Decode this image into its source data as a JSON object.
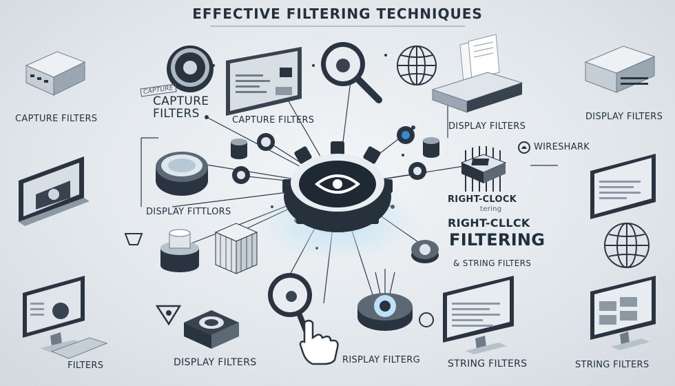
{
  "title": "EFFECTIVE FILTERING TECHNIQUES",
  "labels": {
    "capture_filters_left": "CAPTURE FILTERS",
    "capture_filters_stacked": "CAPTURE\nFILTERS",
    "capture_stamp": "CAPTURE",
    "capture_filters_center": "CAPTURE FILTERS",
    "display_filters_center": "DISPLAY FILTERS",
    "display_filters_right": "DISPLAY FILTERS",
    "wireshark": "WIRESHARK",
    "display_fittlors": "DISPLAY FITTLORS",
    "right_clock": "RIGHT-CLOCK",
    "tering": "tering",
    "right_cllck": "RIGHT-CLLCK",
    "filtering": "FILTERING",
    "string_filters_amp": "& STRING FILTERS",
    "filters_bottom_left": "FILTERS",
    "display_filters_bottom": "DISPLAY FILTERS",
    "risplay_filterg": "RISPLAY FILTERG",
    "string_filters_bottom": "STRING FILTERS",
    "string_filters_bottom_right": "STRING FILTERS"
  },
  "colors": {
    "ink": "#1f2f3c",
    "dark": "#2a3440",
    "mid": "#6f7c88",
    "light": "#c6ced5",
    "accent": "#3b89c9",
    "glow": "#bfe1f7"
  },
  "icons": [
    "network-appliance-icon",
    "laptop-icon",
    "monitor-icon",
    "gear-eye-icon",
    "magnifier-icon",
    "globe-icon",
    "wireshark-fin-icon",
    "chip-icon",
    "cursor-hand-icon",
    "knob-icon"
  ]
}
